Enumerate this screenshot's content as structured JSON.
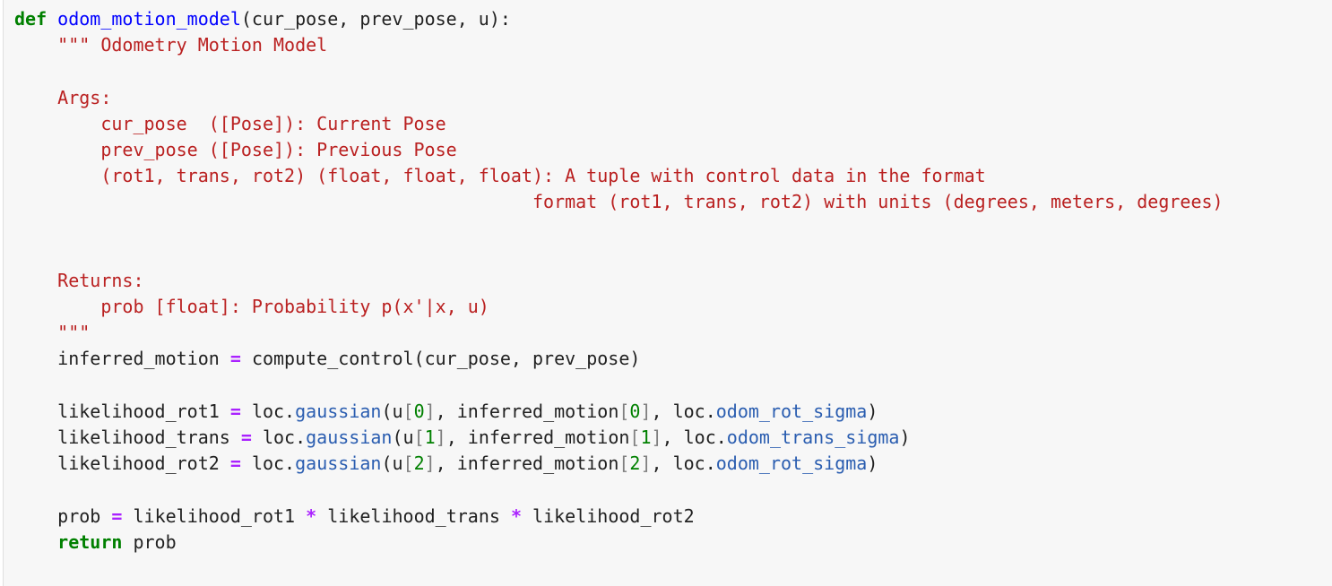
{
  "code": {
    "kw_def": "def",
    "func_name": "odom_motion_model",
    "params": "(cur_pose, prev_pose, u):",
    "doc": {
      "l1": "\"\"\" Odometry Motion Model",
      "l3": "Args:",
      "l4": "cur_pose  ([Pose]): Current Pose",
      "l5": "prev_pose ([Pose]): Previous Pose",
      "l6": "(rot1, trans, rot2) (float, float, float): A tuple with control data in the format",
      "l7": "format (rot1, trans, rot2) with units (degrees, meters, degrees)",
      "l10": "Returns:",
      "l11": "prob [float]: Probability p(x'|x, u)",
      "l12": "\"\"\""
    },
    "infer": {
      "lhs": "inferred_motion",
      "op": "=",
      "rhs": "compute_control(cur_pose, prev_pose)"
    },
    "rows": [
      {
        "lhs": "likelihood_rot1",
        "op": "=",
        "pre": "loc.",
        "method": "gaussian",
        "a1": "(u",
        "b1o": "[",
        "i1": "0",
        "b1c": "]",
        "mid": ", inferred_motion",
        "b2o": "[",
        "i2": "0",
        "b2c": "]",
        "post": ", loc.",
        "attr": "odom_rot_sigma",
        "end": ")"
      },
      {
        "lhs": "likelihood_trans",
        "op": "=",
        "pre": "loc.",
        "method": "gaussian",
        "a1": "(u",
        "b1o": "[",
        "i1": "1",
        "b1c": "]",
        "mid": ", inferred_motion",
        "b2o": "[",
        "i2": "1",
        "b2c": "]",
        "post": ", loc.",
        "attr": "odom_trans_sigma",
        "end": ")"
      },
      {
        "lhs": "likelihood_rot2",
        "op": "=",
        "pre": "loc.",
        "method": "gaussian",
        "a1": "(u",
        "b1o": "[",
        "i1": "2",
        "b1c": "]",
        "mid": ", inferred_motion",
        "b2o": "[",
        "i2": "2",
        "b2c": "]",
        "post": ", loc.",
        "attr": "odom_rot_sigma",
        "end": ")"
      }
    ],
    "prob": {
      "lhs": "prob",
      "op": "=",
      "t1": "likelihood_rot1",
      "mul": "*",
      "t2": "likelihood_trans",
      "t3": "likelihood_rot2"
    },
    "ret": {
      "kw": "return",
      "val": "prob"
    }
  }
}
